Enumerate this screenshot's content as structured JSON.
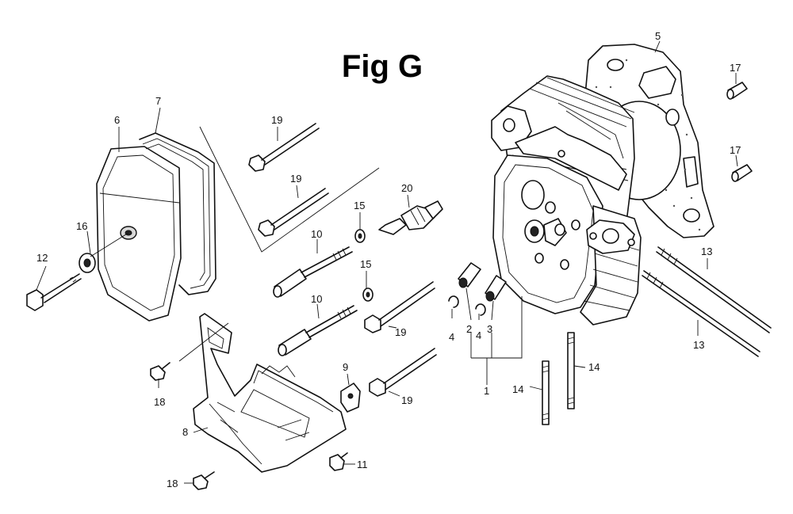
{
  "figure": {
    "title": "Fig G"
  },
  "labels": {
    "l1": "1",
    "l2": "2",
    "l3": "3",
    "l4a": "4",
    "l4b": "4",
    "l5": "5",
    "l6": "6",
    "l7": "7",
    "l8": "8",
    "l9": "9",
    "l10a": "10",
    "l10b": "10",
    "l11": "11",
    "l12": "12",
    "l13a": "13",
    "l13b": "13",
    "l14a": "14",
    "l14b": "14",
    "l15a": "15",
    "l15b": "15",
    "l16": "16",
    "l17a": "17",
    "l17b": "17",
    "l18a": "18",
    "l18b": "18",
    "l19a": "19",
    "l19b": "19",
    "l19c": "19",
    "l19d": "19",
    "l20": "20"
  },
  "parts": [
    {
      "id": "cylinder-head",
      "icon": "cylinder-head-icon"
    },
    {
      "id": "head-gasket",
      "icon": "gasket-icon"
    },
    {
      "id": "rocker-cover",
      "icon": "cover-icon"
    },
    {
      "id": "cover-gasket",
      "icon": "gasket-icon"
    },
    {
      "id": "guide-plate",
      "icon": "bracket-icon"
    },
    {
      "id": "spark-plug",
      "icon": "spark-plug-icon"
    }
  ]
}
